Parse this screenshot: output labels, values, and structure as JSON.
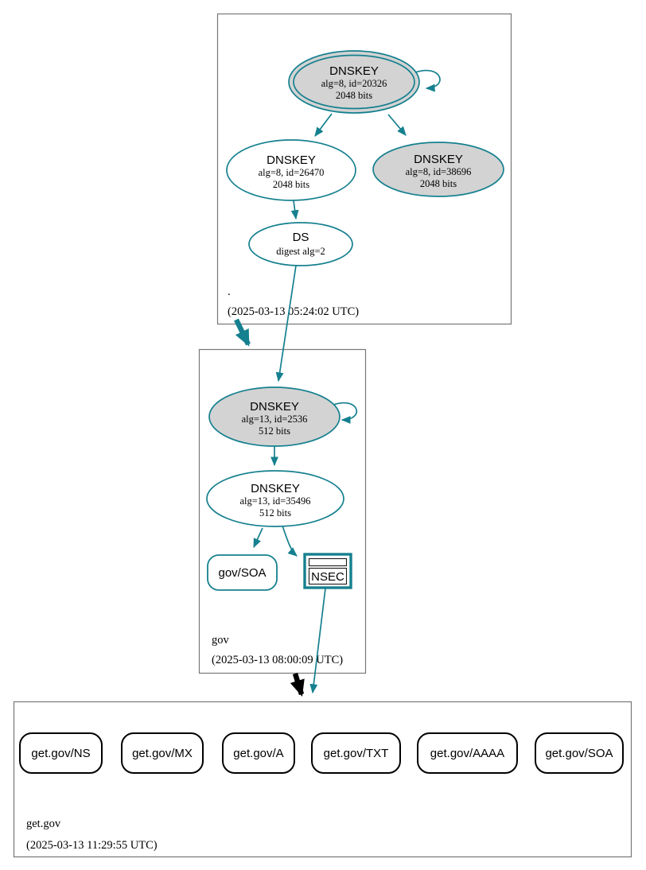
{
  "colors": {
    "secure_teal": "#15808F",
    "insecure_black": "#000000",
    "ksk_fill_gray": "#D3D3D3",
    "node_fill_white": "#FFFFFF",
    "zone_border_gray": "#777777"
  },
  "zones": {
    "root": {
      "label": ".",
      "timestamp": "(2025-03-13 05:24:02 UTC)"
    },
    "gov": {
      "label": "gov",
      "timestamp": "(2025-03-13 08:00:09 UTC)"
    },
    "get_gov": {
      "label": "get.gov",
      "timestamp": "(2025-03-13 11:29:55 UTC)"
    }
  },
  "nodes": {
    "root_ksk": {
      "title": "DNSKEY",
      "detail1": "alg=8, id=20326",
      "detail2": "2048 bits"
    },
    "root_zsk": {
      "title": "DNSKEY",
      "detail1": "alg=8, id=26470",
      "detail2": "2048 bits"
    },
    "root_ksk2": {
      "title": "DNSKEY",
      "detail1": "alg=8, id=38696",
      "detail2": "2048 bits"
    },
    "root_ds": {
      "title": "DS",
      "detail1": "digest alg=2"
    },
    "gov_ksk": {
      "title": "DNSKEY",
      "detail1": "alg=13, id=2536",
      "detail2": "512 bits"
    },
    "gov_zsk": {
      "title": "DNSKEY",
      "detail1": "alg=13, id=35496",
      "detail2": "512 bits"
    },
    "gov_soa": {
      "label": "gov/SOA"
    },
    "gov_nsec": {
      "label": "NSEC"
    },
    "get_gov_ns": {
      "label": "get.gov/NS"
    },
    "get_gov_mx": {
      "label": "get.gov/MX"
    },
    "get_gov_a": {
      "label": "get.gov/A"
    },
    "get_gov_txt": {
      "label": "get.gov/TXT"
    },
    "get_gov_aaaa": {
      "label": "get.gov/AAAA"
    },
    "get_gov_soa": {
      "label": "get.gov/SOA"
    }
  }
}
